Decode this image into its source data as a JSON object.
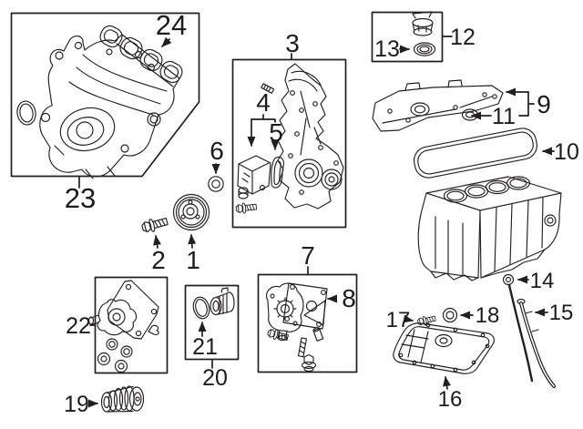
{
  "diagram": {
    "type": "exploded-engine-parts-diagram",
    "background": "#ffffff",
    "line_color": "#231f20",
    "callouts": [
      "1",
      "2",
      "3",
      "4",
      "5",
      "6",
      "7",
      "8",
      "9",
      "10",
      "11",
      "12",
      "13",
      "14",
      "15",
      "16",
      "17",
      "18",
      "19",
      "20",
      "21",
      "22",
      "23",
      "24"
    ]
  }
}
